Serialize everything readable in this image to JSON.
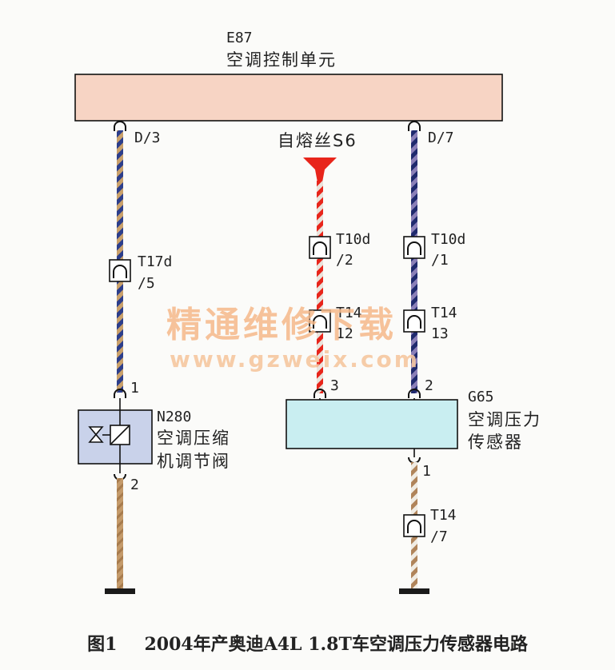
{
  "ecu": {
    "code": "E87",
    "name": "空调控制单元",
    "fill": "#f7d4c4"
  },
  "pins": {
    "d3": "D/3",
    "d7": "D/7"
  },
  "fuse": {
    "label": "自熔丝S6",
    "color": "#e8251b"
  },
  "connectors": {
    "t17d": {
      "name": "T17d",
      "pin": "/5"
    },
    "t10d_2": {
      "name": "T10d",
      "pin": "/2"
    },
    "t10d_1": {
      "name": "T10d",
      "pin": "/1"
    },
    "t14_12": {
      "name": "T14",
      "pin": "12"
    },
    "t14_13": {
      "name": "T14",
      "pin": "13"
    },
    "t14_7": {
      "name": "T14",
      "pin": "/7"
    }
  },
  "valve": {
    "code": "N280",
    "name_line1": "空调压缩",
    "name_line2": "机调节阀",
    "pin_top": "1",
    "pin_bottom": "2",
    "fill": "#c9d2ea"
  },
  "sensor": {
    "code": "G65",
    "name_line1": "空调压力",
    "name_line2": "传感器",
    "pin_in_left": "3",
    "pin_in_right": "2",
    "pin_out": "1",
    "fill": "#c9eef1"
  },
  "watermark": {
    "cn": "精通维修下载",
    "url": "www.gzweix.com"
  },
  "caption": {
    "number": "图1",
    "text": "2004年产奥迪A4L 1.8T车空调压力传感器电路"
  }
}
